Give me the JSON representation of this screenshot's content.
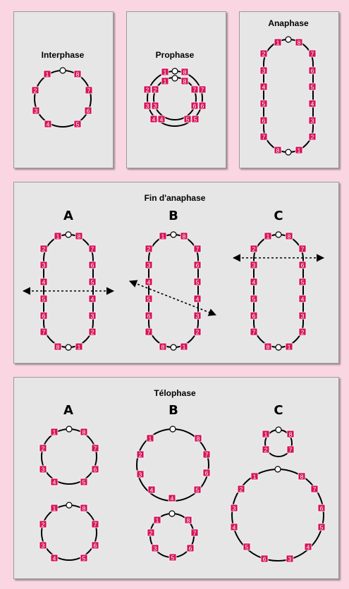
{
  "titles": {
    "interphase": "Interphase",
    "prophase": "Prophase",
    "anaphase": "Anaphase",
    "fin_anaphase": "Fin d'anaphase",
    "telophase": "Télophase"
  },
  "variants": {
    "a": "A",
    "b": "B",
    "c": "C"
  },
  "colors": {
    "gene_box": "#d4145a",
    "panel": "#e6e6e6",
    "background": "#f9d6e2",
    "ring": "#000000"
  },
  "genes": {
    "interphase": [
      "1",
      "2",
      "3",
      "4",
      "5",
      "6",
      "7",
      "8"
    ],
    "prophase": [
      "1",
      "2",
      "3",
      "4",
      "5",
      "6",
      "7",
      "8",
      "1",
      "2",
      "3",
      "4",
      "5",
      "6",
      "7",
      "8"
    ],
    "anaphase": [
      "1",
      "2",
      "3",
      "4",
      "5",
      "6",
      "7",
      "8",
      "8",
      "7",
      "6",
      "5",
      "4",
      "3",
      "2",
      "1"
    ],
    "fin_anaphase_a": [
      "1",
      "2",
      "3",
      "4",
      "5",
      "6",
      "7",
      "8",
      "8",
      "7",
      "6",
      "5",
      "4",
      "3",
      "2",
      "1"
    ],
    "fin_anaphase_b": [
      "1",
      "2",
      "3",
      "4",
      "5",
      "6",
      "7",
      "8",
      "8",
      "7",
      "6",
      "5",
      "4",
      "3",
      "2",
      "1"
    ],
    "fin_anaphase_c": [
      "1",
      "2",
      "3",
      "4",
      "5",
      "6",
      "7",
      "8",
      "8",
      "7",
      "6",
      "5",
      "4",
      "3",
      "2",
      "1"
    ],
    "telophase_a_top": [
      "1",
      "2",
      "3",
      "4",
      "5",
      "6",
      "7",
      "8"
    ],
    "telophase_a_bottom": [
      "1",
      "2",
      "3",
      "4",
      "5",
      "6",
      "7",
      "8"
    ],
    "telophase_b_top": [
      "1",
      "2",
      "3",
      "4",
      "5",
      "6",
      "7",
      "8",
      "4"
    ],
    "telophase_b_bottom": [
      "1",
      "2",
      "3",
      "5",
      "6",
      "7",
      "8"
    ],
    "telophase_c_small": [
      "1",
      "2",
      "7",
      "8"
    ],
    "telophase_c_large": [
      "1",
      "2",
      "3",
      "4",
      "5",
      "6",
      "3",
      "4",
      "5",
      "6",
      "7",
      "8"
    ]
  }
}
